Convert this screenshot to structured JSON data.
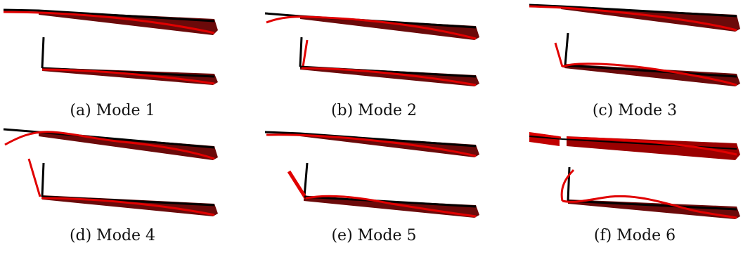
{
  "figure": {
    "panels": [
      {
        "caption": "(a) Mode 1"
      },
      {
        "caption": "(b) Mode 2"
      },
      {
        "caption": "(c) Mode 3"
      },
      {
        "caption": "(d) Mode 4"
      },
      {
        "caption": "(e) Mode 5"
      },
      {
        "caption": "(f) Mode 6"
      }
    ]
  },
  "colors": {
    "undeformed": "#000000",
    "mode_shape": "#e00000",
    "blade_fill": "#8a0000"
  }
}
